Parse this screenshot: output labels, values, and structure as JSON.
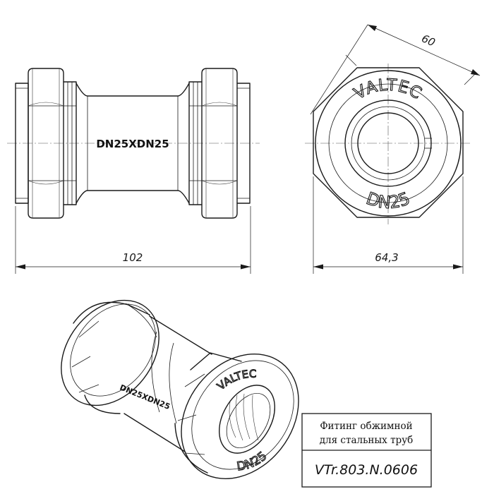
{
  "dimensions": {
    "length": "102",
    "hex_across_flats": "60",
    "hex_across_corners": "64,3"
  },
  "markings": {
    "side_body": "DN25XDN25",
    "brand": "VALTEC",
    "size": "DN25",
    "iso_body": "DN25XDN25",
    "iso_brand": "VALTEC",
    "iso_size": "DN25"
  },
  "title_block": {
    "line1": "Фитинг обжимной",
    "line2": "для стальных труб",
    "code": "VTr.803.N.0606"
  }
}
